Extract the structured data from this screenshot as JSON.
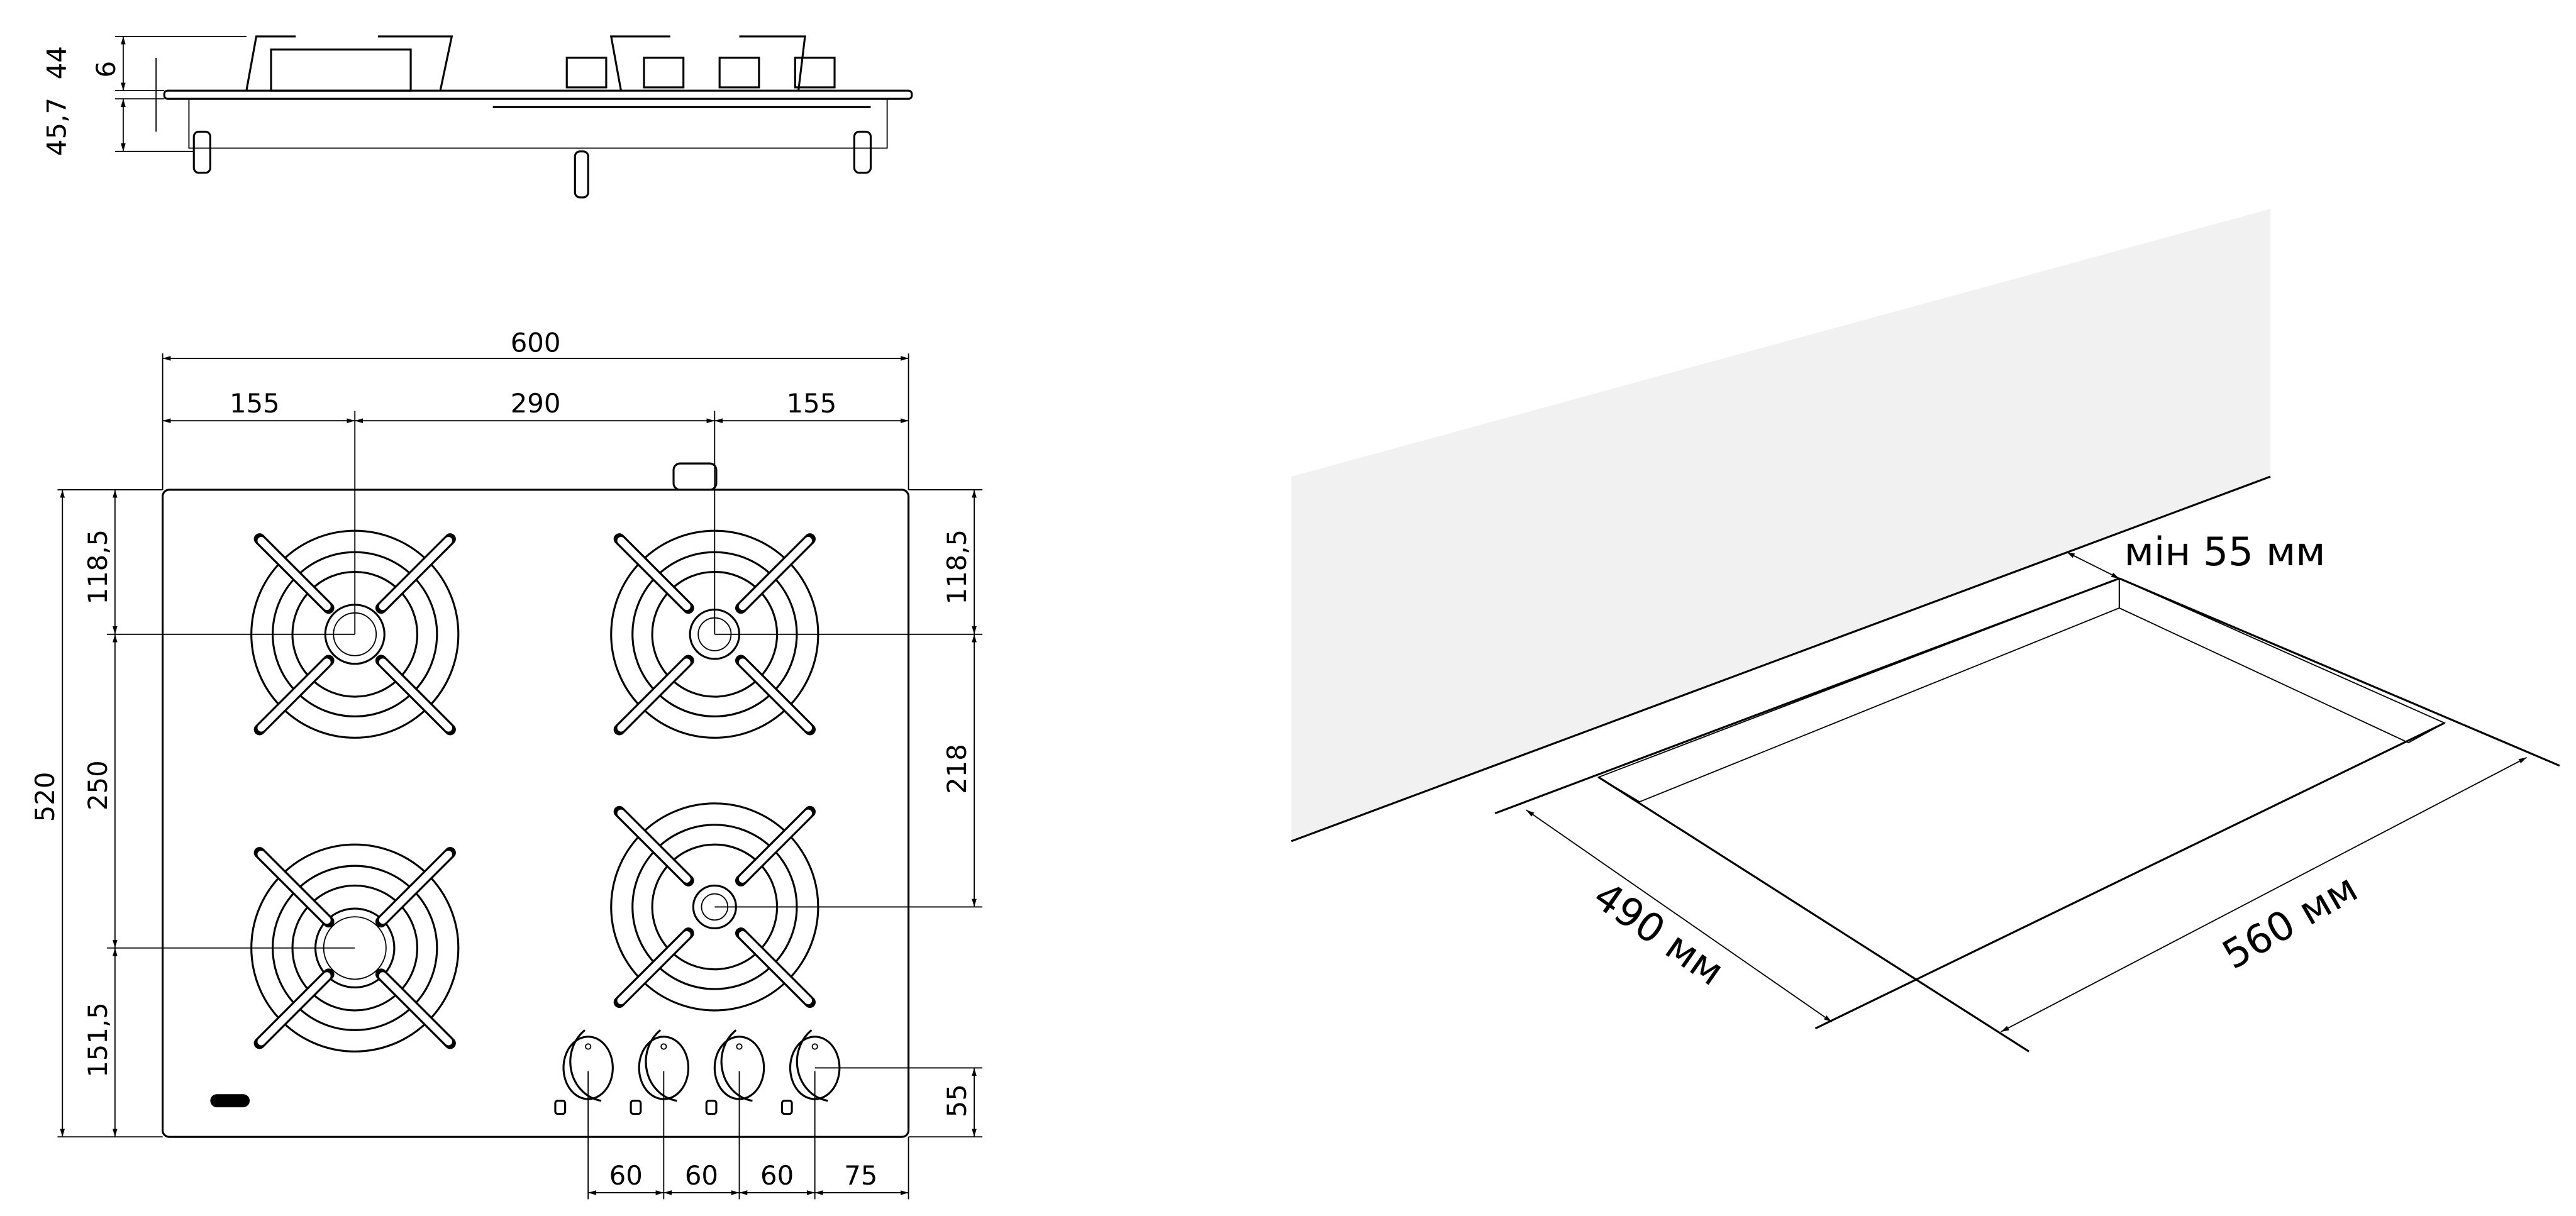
{
  "side_view": {
    "height_top": "44",
    "glass": "6",
    "height_bottom": "45,7"
  },
  "top_view": {
    "width_total": "600",
    "width_left": "155",
    "width_mid": "290",
    "width_right": "155",
    "depth_total": "520",
    "left_top": "118,5",
    "left_mid": "250",
    "left_bottom": "151,5",
    "right_top": "118,5",
    "right_mid": "218",
    "right_bottom": "55",
    "knob_spacing": [
      "60",
      "60",
      "60",
      "75"
    ]
  },
  "installation": {
    "min_gap": "мін 55 мм",
    "cutout_depth": "490 мм",
    "cutout_width": "560 мм",
    "wall_color": "#f1f1f1"
  }
}
